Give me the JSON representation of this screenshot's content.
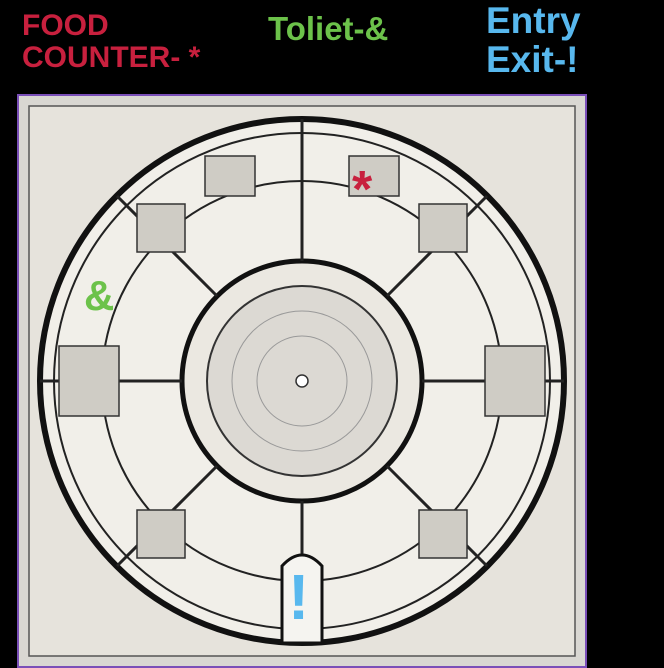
{
  "legend": {
    "food_line1": "FOOD",
    "food_line2": "COUNTER- *",
    "toilet": "Toliet-&",
    "entry_line1": "Entry",
    "entry_line2": "Exit-!"
  },
  "markers": {
    "food": "*",
    "toilet": "&",
    "entry": "!"
  },
  "colors": {
    "food": "#c8203e",
    "toilet": "#6cc24a",
    "entry": "#58b8ee",
    "frame": "#7a4fb8",
    "background": "#000000"
  }
}
